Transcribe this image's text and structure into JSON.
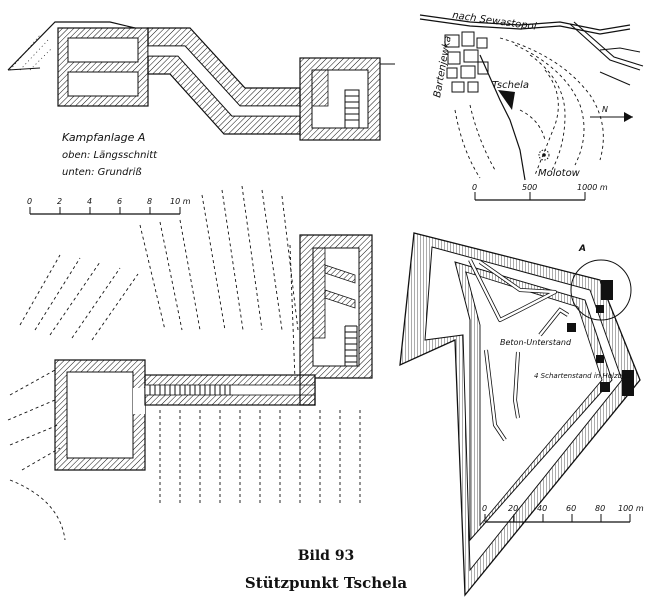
{
  "caption": {
    "line1": "Bild 93",
    "line2": "Stützpunkt Tschela"
  },
  "section_view": {
    "legend": {
      "title": "Kampfanlage A",
      "line_top": "oben: Längsschnitt",
      "line_bottom": "unten: Grundriß"
    },
    "scale": {
      "ticks": [
        "0",
        "2",
        "4",
        "6",
        "8"
      ],
      "end_label": "10 m"
    }
  },
  "location_map": {
    "road_label": "nach Sewastopol",
    "village_left": "Bartenjewka",
    "village_center": "Tschela",
    "village_right": "Molotow",
    "north_arrow": "N",
    "scale": {
      "ticks": [
        "0",
        "500"
      ],
      "end_label": "1000 m"
    }
  },
  "fort_plan": {
    "marker": "A",
    "label_bunker": "Beton-Unterstand",
    "label_trench": "4 Schartenstand in Holzbau",
    "scale": {
      "ticks": [
        "0",
        "20",
        "40",
        "60",
        "80"
      ],
      "end_label": "100 m"
    }
  },
  "colors": {
    "ink": "#111111",
    "paper": "#ffffff"
  }
}
